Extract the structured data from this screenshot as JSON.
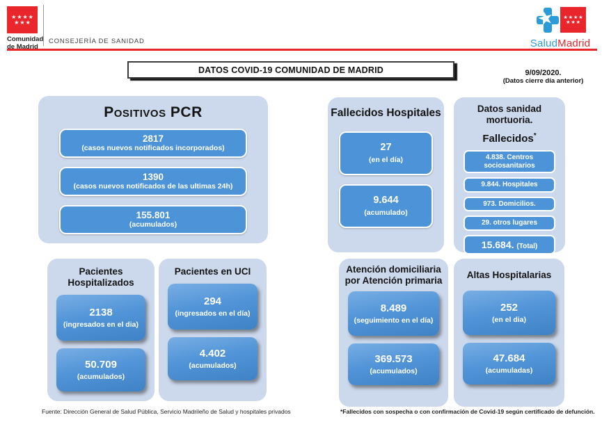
{
  "header": {
    "org_line1": "Comunidad",
    "org_line2": "de Madrid",
    "department": "CONSEJERÍA DE SANIDAD",
    "brand_salud": "Salud",
    "brand_madrid": "Madrid"
  },
  "title_bar": {
    "title": "DATOS COVID-19 COMUNIDAD DE MADRID"
  },
  "date": {
    "line1": "9/09/2020.",
    "line2": "(Datos cierre día anterior)"
  },
  "panels": {
    "pcr": {
      "title": "Positivos PCR",
      "boxes": [
        {
          "value": "2817",
          "label": "(casos nuevos notificados incorporados)"
        },
        {
          "value": "1390",
          "label": "(casos nuevos notificados de las ultimas 24h)"
        },
        {
          "value": "155.801",
          "label": "(acumulados)"
        }
      ]
    },
    "fallecidos_hospitales": {
      "title": "Fallecidos Hospitales",
      "boxes": [
        {
          "value": "27",
          "label": "(en el día)"
        },
        {
          "value": "9.644",
          "label": "(acumulado)"
        }
      ]
    },
    "sanidad_mortuoria": {
      "title": "Datos sanidad mortuoria.",
      "subtitle": "Fallecidos",
      "subtitle_note": "*",
      "items": [
        "4.838. Centros sociosanitarios",
        "9.844. Hospitales",
        "973. Domicilios.",
        "29. otros lugares"
      ],
      "total_value": "15.684.",
      "total_label": "(Total)"
    },
    "hospitalizados": {
      "title": "Pacientes Hospitalizados",
      "boxes": [
        {
          "value": "2138",
          "label": "(ingresados en el dia)"
        },
        {
          "value": "50.709",
          "label": "(acumulados)"
        }
      ]
    },
    "uci": {
      "title": "Pacientes en UCI",
      "boxes": [
        {
          "value": "294",
          "label": "(ingresados en el día)"
        },
        {
          "value": "4.402",
          "label": "(acumulados)"
        }
      ]
    },
    "atencion_domiciliaria": {
      "title": "Atención domiciliaria por Atención primaria",
      "boxes": [
        {
          "value": "8.489",
          "label": "(seguimiento en el día)"
        },
        {
          "value": "369.573",
          "label": "(acumulados)"
        }
      ]
    },
    "altas": {
      "title": "Altas Hospitalarias",
      "boxes": [
        {
          "value": "252",
          "label": "(en el dia)"
        },
        {
          "value": "47.684",
          "label": "(acumuladas)"
        }
      ]
    }
  },
  "footer": {
    "source": "Fuente: Dirección General de Salud Pública, Servicio Madrileño de Salud y hospitales privados",
    "note": "*Fallecidos con sospecha o con confirmación de Covid-19 según certificado de defunción."
  },
  "colors": {
    "accent_red": "#e8262b",
    "panel_blue": "#ccd8ec",
    "box_blue": "#4c94d7",
    "brand_blue": "#2b9cd8"
  }
}
